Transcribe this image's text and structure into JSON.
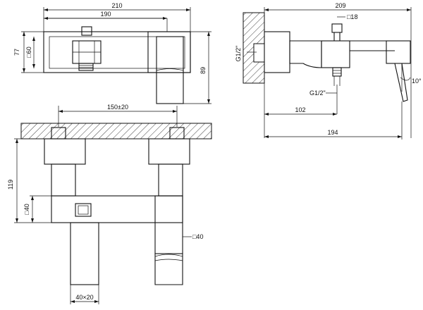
{
  "dims": {
    "top_total_width": "210",
    "top_body_width": "190",
    "top_left_height": "77",
    "top_square_60": "□60",
    "top_right_height": "89",
    "side_total": "209",
    "side_square_18": "□18",
    "side_g12_left": "G1/2\"",
    "side_angle": "10°",
    "side_g12_bottom": "G1/2\"",
    "side_102": "102",
    "side_194": "194",
    "front_spacing": "150±20",
    "front_height_119": "119",
    "front_square_40_left": "□40",
    "front_square_40_right": "□40",
    "front_spout": "40×20"
  }
}
